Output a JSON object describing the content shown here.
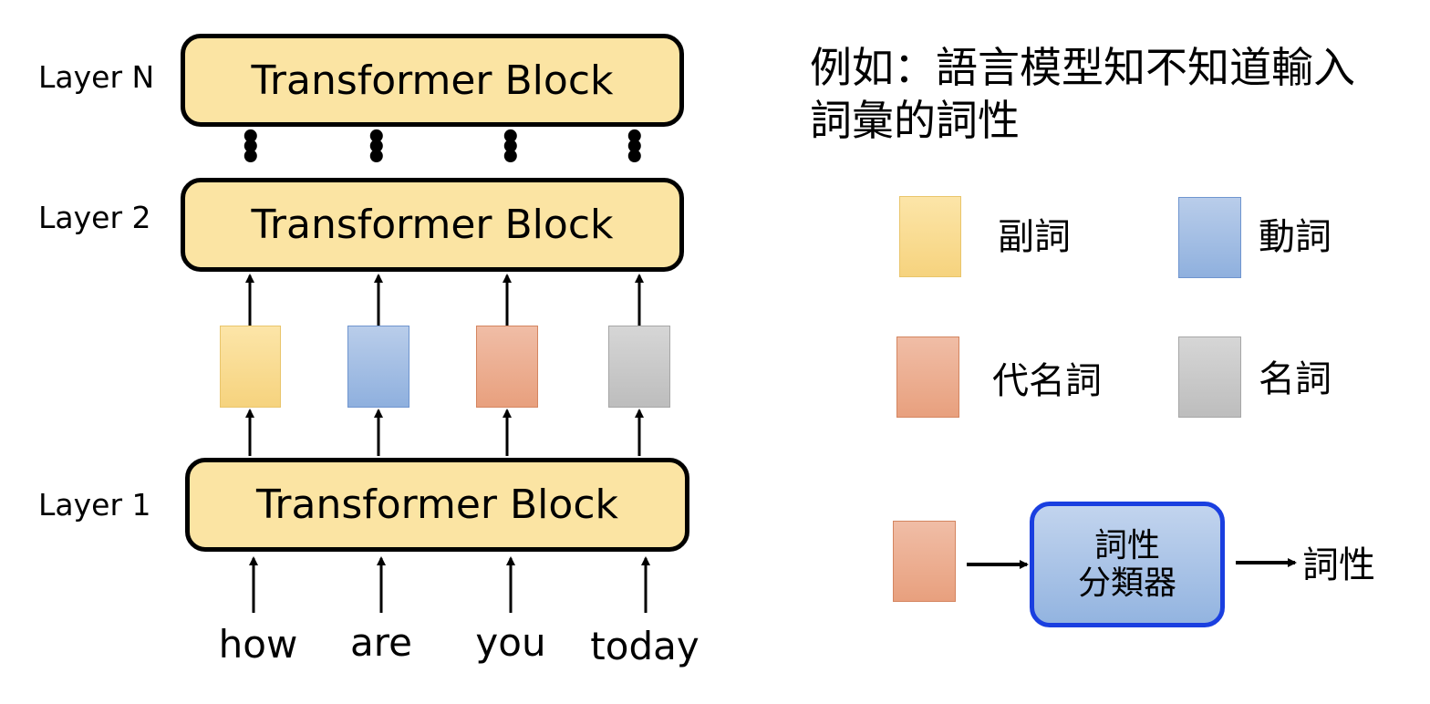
{
  "layers": [
    {
      "label": "Layer N",
      "block": "Transformer Block"
    },
    {
      "label": "Layer 2",
      "block": "Transformer Block"
    },
    {
      "label": "Layer 1",
      "block": "Transformer Block"
    }
  ],
  "ellipsis": "⋮",
  "words": [
    "how",
    "are",
    "you",
    "today"
  ],
  "title": "例如：語言模型知不知道輸入詞彙的詞性",
  "legend": [
    {
      "label": "副詞",
      "color": "#f9dc92"
    },
    {
      "label": "動詞",
      "color": "#a6bfe5"
    },
    {
      "label": "代名詞",
      "color": "#ecae92"
    },
    {
      "label": "名詞",
      "color": "#cacaca"
    }
  ],
  "classifier": {
    "line1": "詞性",
    "line2": "分類器",
    "output": "詞性",
    "border_color": "#1a3fe0"
  }
}
